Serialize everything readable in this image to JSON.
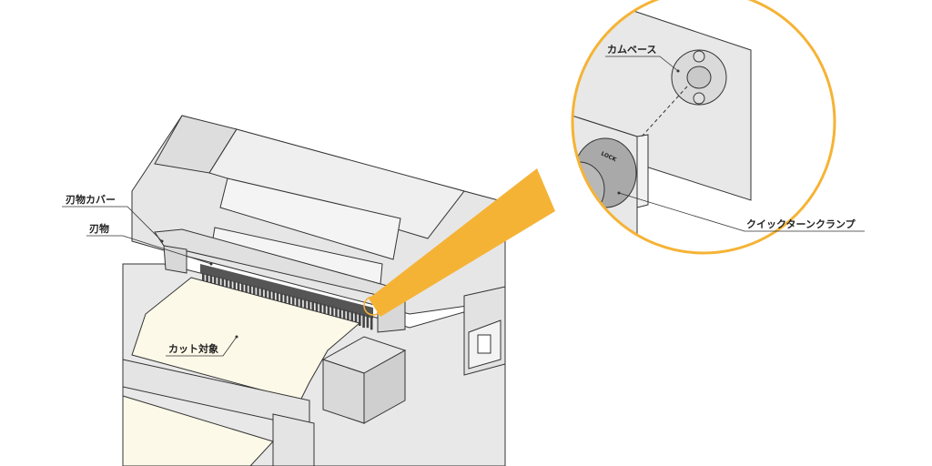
{
  "labels": {
    "blade_cover": "刃物カバー",
    "blade": "刃物",
    "cut_target": "カット対象",
    "cam_base": "カムベース",
    "quick_turn_clamp": "クイックターンクランプ",
    "lock": "LOCK"
  },
  "colors": {
    "highlight": "#F5B335",
    "body": "#E6E6E6",
    "paper": "#FDF9E8",
    "line": "#333333"
  }
}
